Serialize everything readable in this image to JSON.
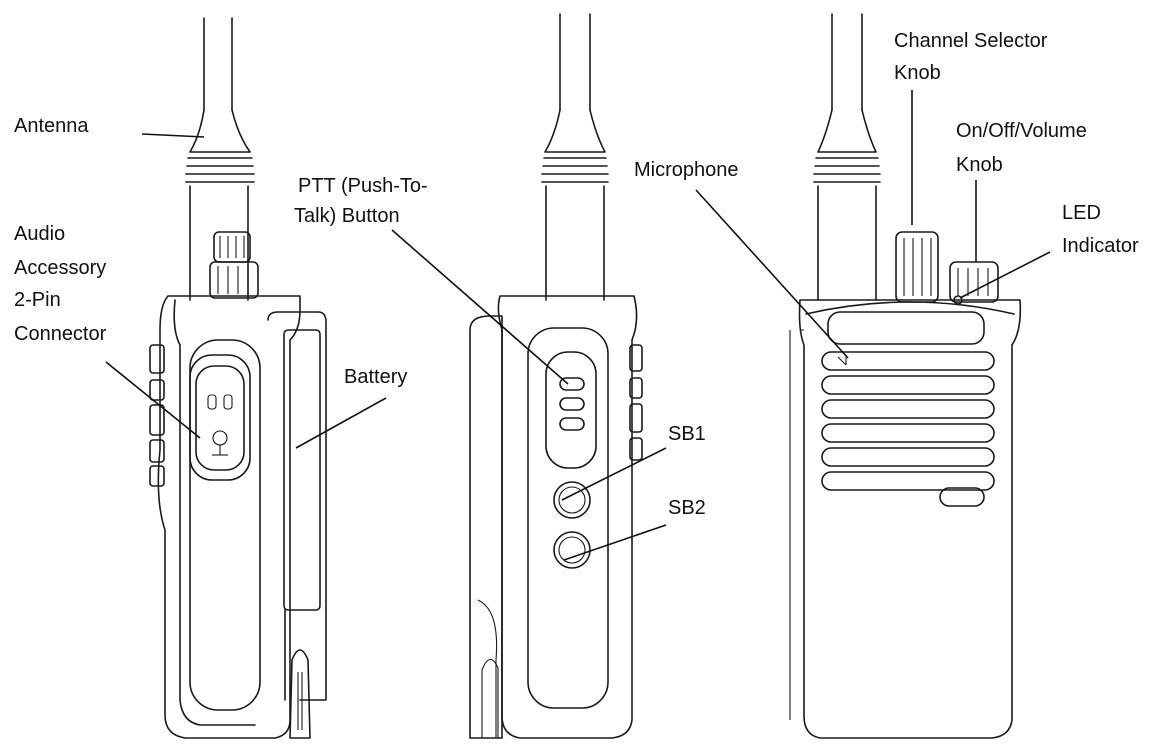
{
  "labels": {
    "antenna": "Antenna",
    "audio": [
      "Audio",
      "Accessory",
      "2-Pin",
      "Connector"
    ],
    "battery": "Battery",
    "ptt": [
      "PTT (Push-To-",
      "Talk) Button"
    ],
    "sb1": "SB1",
    "sb2": "SB2",
    "microphone": "Microphone",
    "channel": [
      "Channel Selector",
      "Knob"
    ],
    "volume": [
      "On/Off/Volume",
      "Knob"
    ],
    "led": [
      "LED",
      "Indicator"
    ]
  }
}
